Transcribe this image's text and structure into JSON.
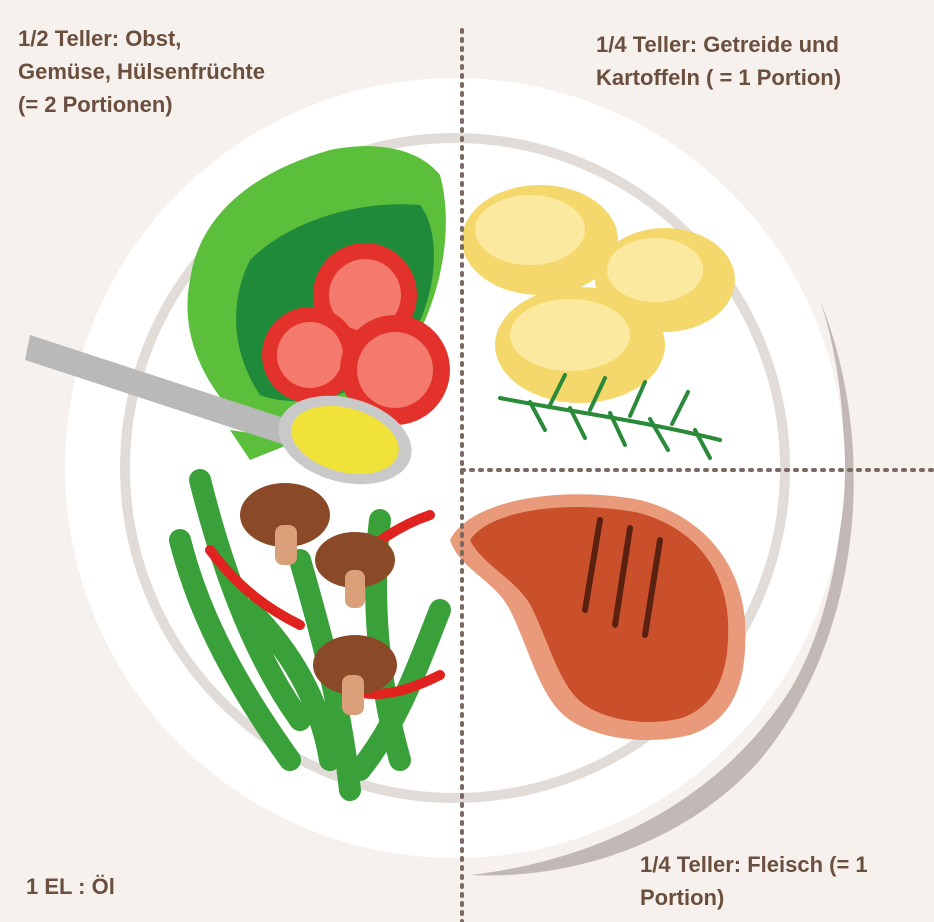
{
  "labels": {
    "half_plate": "1/2 Teller: Obst,\nGemüse, Hülsenfrüchte\n(= 2 Portionen)",
    "quarter_grains": "1/4 Teller: Getreide und\nKartoffeln ( = 1 Portion)",
    "quarter_meat": "1/4 Teller: Fleisch (= 1\nPortion)",
    "oil": "1 EL : Öl"
  },
  "colors": {
    "background": "#f6f1ed",
    "text": "#6b4f3e",
    "plate": "#ffffff",
    "plate_ring": "#e2dcd8",
    "plate_shadow": "#b9aeaa",
    "divider": "#7b6a62",
    "lettuce_light": "#5cbf3c",
    "lettuce_dark": "#1f8a3a",
    "tomato": "#e3322b",
    "tomato_flesh": "#f37a6c",
    "potato": "#f5d86b",
    "potato_light": "#fbe9a0",
    "rosemary": "#2a8a3a",
    "meat": "#c9502a",
    "meat_edge": "#e89a7a",
    "oil": "#f1e23a",
    "spoon": "#b9b9b9",
    "beans": "#3aa13a",
    "mushroom": "#8a4a28",
    "pepper": "#e0231f"
  }
}
